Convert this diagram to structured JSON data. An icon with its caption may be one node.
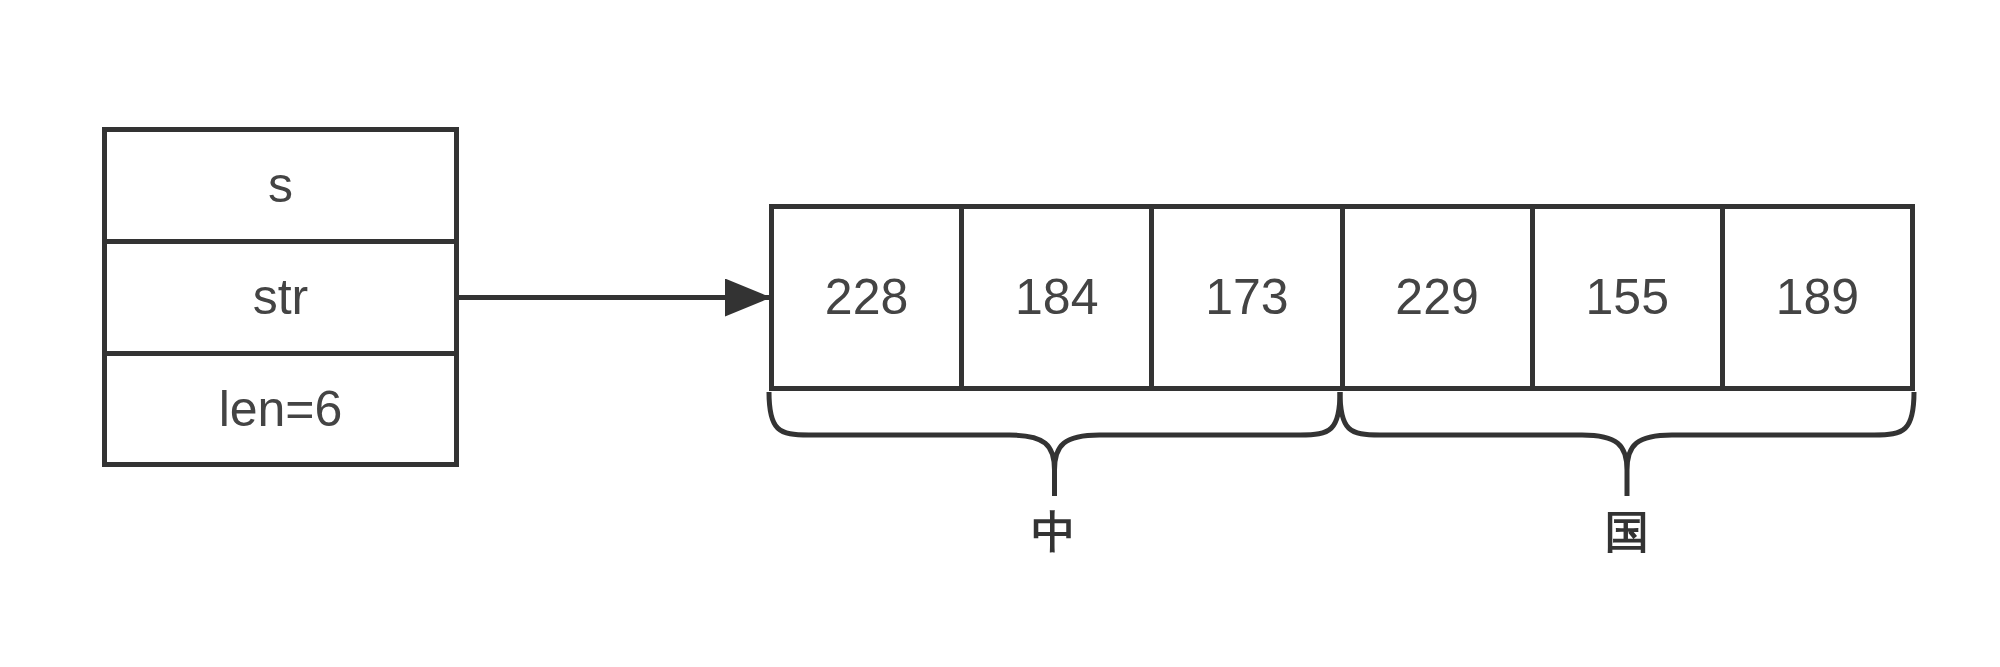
{
  "diagram": {
    "nodes": [
      {
        "text": [
          "s"
        ]
      },
      {
        "text": [
          "str"
        ]
      },
      {
        "text": [
          "len=6"
        ]
      },
      {
        "text": [],
        "shape": "box"
      },
      {
        "text": [
          "228"
        ],
        "in": 3
      },
      {
        "text": [
          "184"
        ],
        "in": 3
      },
      {
        "text": [
          "173"
        ],
        "in": 3
      },
      {
        "text": [
          "229"
        ],
        "in": 3
      },
      {
        "text": [
          "155"
        ],
        "in": 3
      },
      {
        "text": [
          "189"
        ],
        "in": 3
      }
    ],
    "edges": [
      {
        "from": 1,
        "to": 3,
        "arrow": "to"
      }
    ],
    "labels": [
      "中",
      "国"
    ]
  }
}
